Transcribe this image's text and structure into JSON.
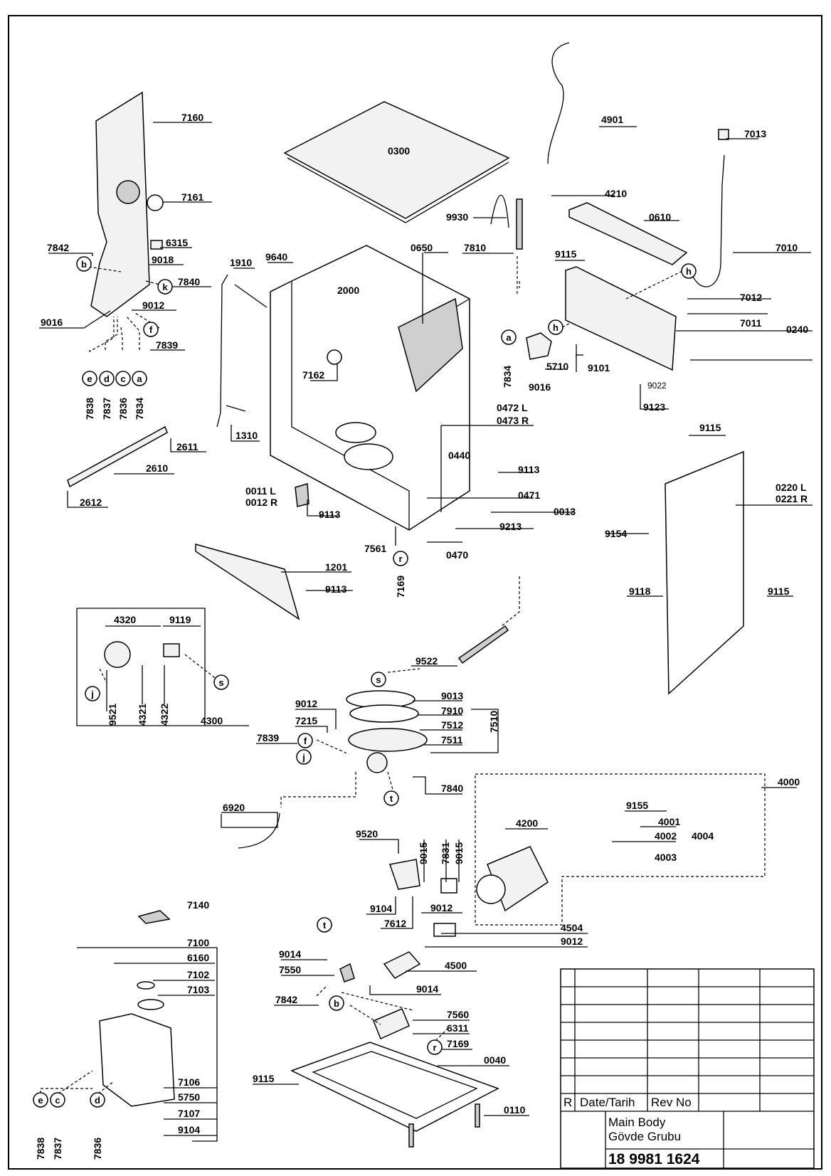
{
  "callouts": [
    "7160",
    "7161",
    "6315",
    "7842",
    "9018",
    "7840",
    "9012",
    "9016",
    "7839",
    "7838",
    "7837",
    "7836",
    "7834",
    "1910",
    "9640",
    "2000",
    "0650",
    "7162",
    "1310",
    "2611",
    "2610",
    "2612",
    "0300",
    "4901",
    "7013",
    "9930",
    "4210",
    "0610",
    "7810",
    "9115",
    "7010",
    "7012",
    "7011",
    "0240",
    "7834",
    "5710",
    "9016",
    "9101",
    "9022",
    "9123",
    "0472 L",
    "0473 R",
    "0440",
    "9113",
    "0471",
    "0013",
    "9213",
    "0470",
    "0011 L",
    "0012 R",
    "9113",
    "7561",
    "7169",
    "1201",
    "9113",
    "9115",
    "0220 L",
    "0221 R",
    "9154",
    "9118",
    "9115",
    "4320",
    "9119",
    "9521",
    "4321",
    "4322",
    "4300",
    "9522",
    "9013",
    "7910",
    "7512",
    "7510",
    "9012",
    "7215",
    "7839",
    "7511",
    "7840",
    "4000",
    "6920",
    "9155",
    "4001",
    "4002",
    "4004",
    "4003",
    "9520",
    "9015",
    "7831",
    "9015",
    "4200",
    "9104",
    "7612",
    "9012",
    "7140",
    "7100",
    "6160",
    "7102",
    "7103",
    "9014",
    "7550",
    "4504",
    "9012",
    "4500",
    "9014",
    "7842",
    "7560",
    "6311",
    "7169",
    "0040",
    "9115",
    "0110",
    "7106",
    "5750",
    "7107",
    "9104",
    "7838",
    "7837",
    "7836"
  ],
  "connectors": [
    "b",
    "k",
    "f",
    "e",
    "d",
    "c",
    "a",
    "a",
    "h",
    "h",
    "r",
    "s",
    "j",
    "f",
    "j",
    "t",
    "t",
    "b",
    "r",
    "e",
    "c",
    "d"
  ],
  "title_block": {
    "rev_marker": "R",
    "date_label": "Date/Tarih",
    "rev_label": "Rev No",
    "name_en": "Main Body",
    "name_tr": "Gövde Grubu",
    "code": "18 9981 1624"
  }
}
